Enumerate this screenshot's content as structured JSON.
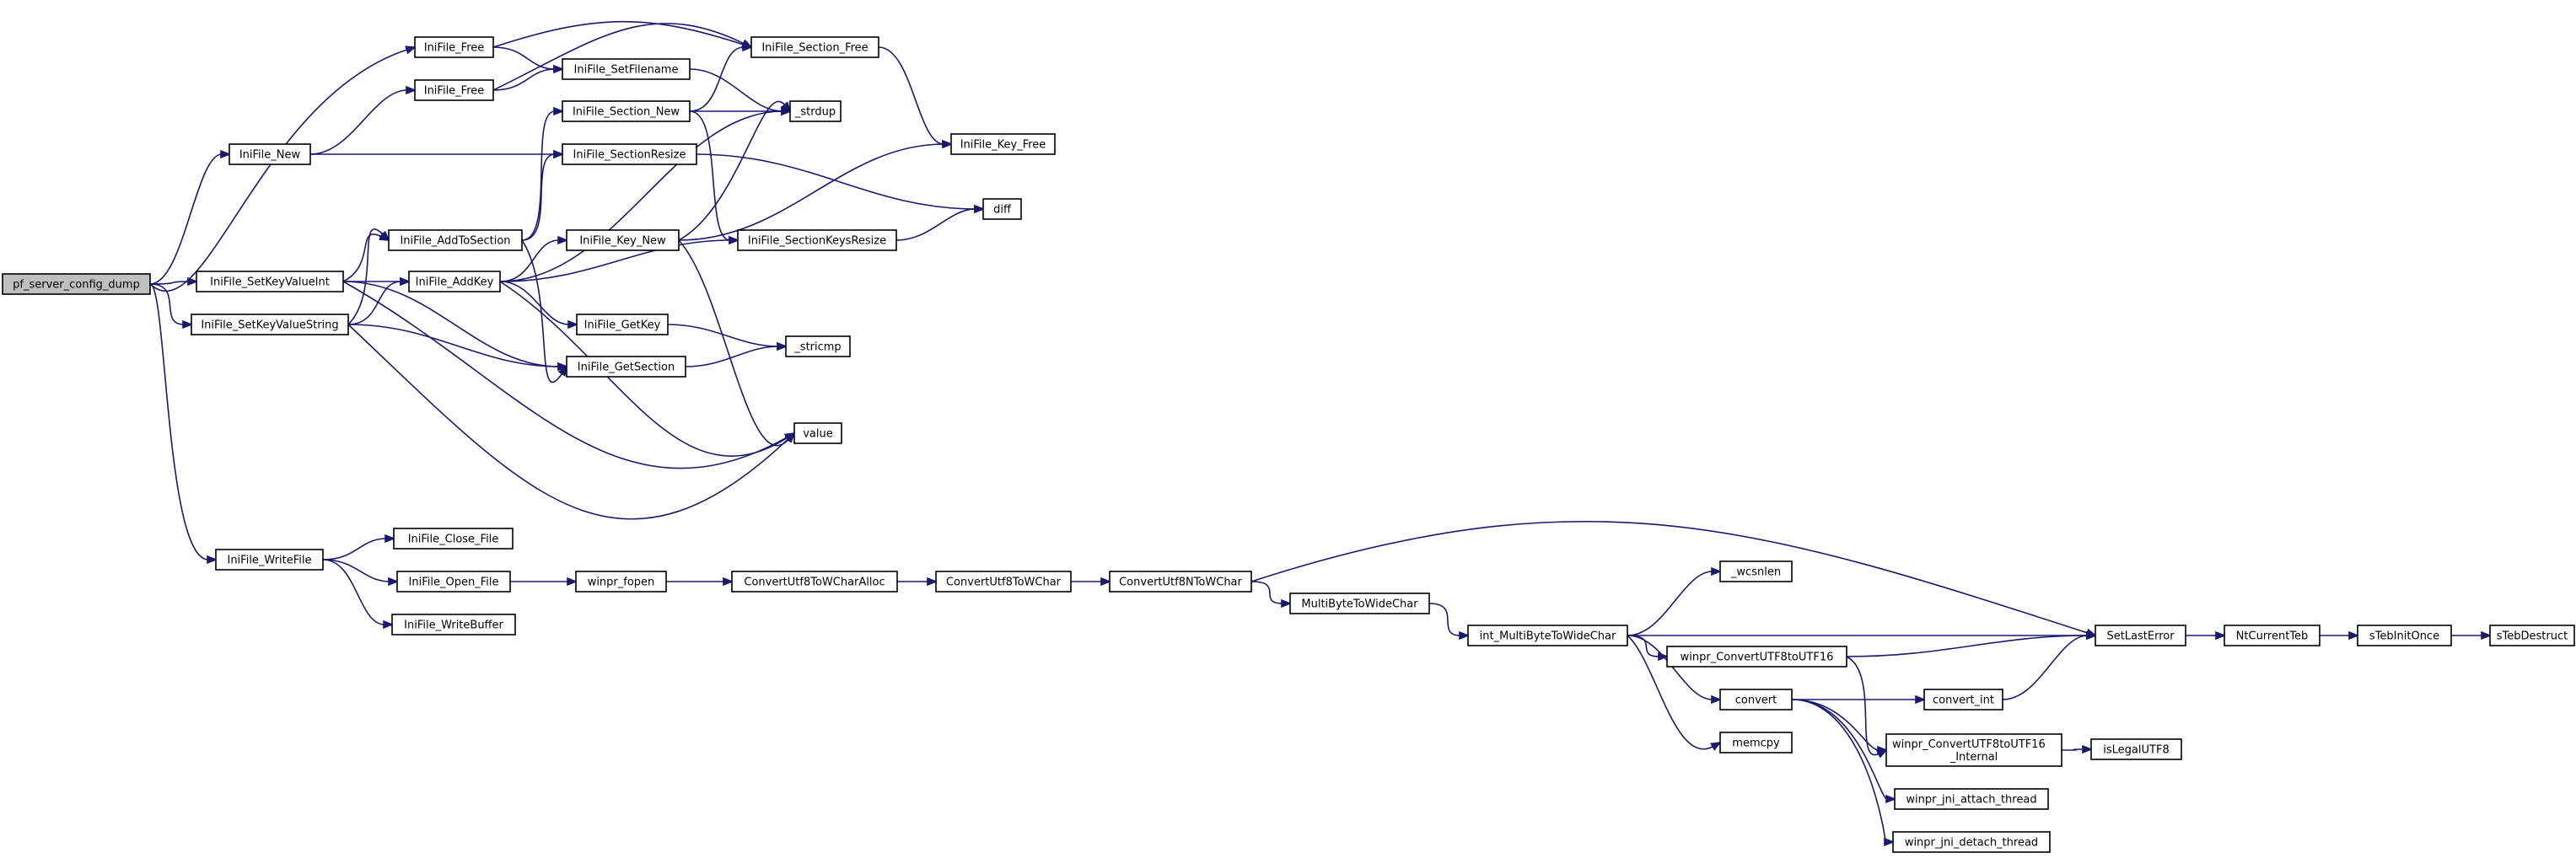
{
  "nodes": [
    {
      "id": "pf_server_config_dump",
      "label": "pf_server_config_dump",
      "root": true
    },
    {
      "id": "IniFile_Free_1",
      "label": "IniFile_Free"
    },
    {
      "id": "IniFile_Free_2",
      "label": "IniFile_Free"
    },
    {
      "id": "IniFile_New",
      "label": "IniFile_New"
    },
    {
      "id": "IniFile_SetKeyValueInt",
      "label": "IniFile_SetKeyValueInt"
    },
    {
      "id": "IniFile_SetKeyValueString",
      "label": "IniFile_SetKeyValueString"
    },
    {
      "id": "IniFile_WriteFile",
      "label": "IniFile_WriteFile"
    },
    {
      "id": "IniFile_SetFilename",
      "label": "IniFile_SetFilename"
    },
    {
      "id": "IniFile_Section_Free",
      "label": "IniFile_Section_Free"
    },
    {
      "id": "IniFile_Section_New",
      "label": "IniFile_Section_New"
    },
    {
      "id": "_strdup",
      "label": "_strdup"
    },
    {
      "id": "IniFile_SectionResize",
      "label": "IniFile_SectionResize"
    },
    {
      "id": "IniFile_Key_Free",
      "label": "IniFile_Key_Free"
    },
    {
      "id": "diff",
      "label": "diff"
    },
    {
      "id": "IniFile_AddToSection",
      "label": "IniFile_AddToSection"
    },
    {
      "id": "IniFile_Key_New",
      "label": "IniFile_Key_New"
    },
    {
      "id": "IniFile_SectionKeysResize",
      "label": "IniFile_SectionKeysResize"
    },
    {
      "id": "IniFile_AddKey",
      "label": "IniFile_AddKey"
    },
    {
      "id": "IniFile_GetKey",
      "label": "IniFile_GetKey"
    },
    {
      "id": "_stricmp",
      "label": "_stricmp"
    },
    {
      "id": "IniFile_GetSection",
      "label": "IniFile_GetSection"
    },
    {
      "id": "value",
      "label": "value"
    },
    {
      "id": "IniFile_Close_File",
      "label": "IniFile_Close_File"
    },
    {
      "id": "IniFile_Open_File",
      "label": "IniFile_Open_File"
    },
    {
      "id": "IniFile_WriteBuffer",
      "label": "IniFile_WriteBuffer"
    },
    {
      "id": "winpr_fopen",
      "label": "winpr_fopen"
    },
    {
      "id": "ConvertUtf8ToWCharAlloc",
      "label": "ConvertUtf8ToWCharAlloc"
    },
    {
      "id": "ConvertUtf8ToWChar",
      "label": "ConvertUtf8ToWChar"
    },
    {
      "id": "ConvertUtf8NToWChar",
      "label": "ConvertUtf8NToWChar"
    },
    {
      "id": "MultiByteToWideChar",
      "label": "MultiByteToWideChar"
    },
    {
      "id": "int_MultiByteToWideChar",
      "label": "int_MultiByteToWideChar"
    },
    {
      "id": "_wcsnlen",
      "label": "_wcsnlen"
    },
    {
      "id": "winpr_ConvertUTF8toUTF16",
      "label": "winpr_ConvertUTF8toUTF16"
    },
    {
      "id": "convert",
      "label": "convert"
    },
    {
      "id": "memcpy",
      "label": "memcpy"
    },
    {
      "id": "SetLastError",
      "label": "SetLastError"
    },
    {
      "id": "NtCurrentTeb",
      "label": "NtCurrentTeb"
    },
    {
      "id": "sTebInitOnce",
      "label": "sTebInitOnce"
    },
    {
      "id": "sTebDestruct",
      "label": "sTebDestruct"
    },
    {
      "id": "convert_int",
      "label": "convert_int"
    },
    {
      "id": "winpr_ConvertUTF8toUTF16_Internal",
      "label": "winpr_ConvertUTF8toUTF16\n_Internal"
    },
    {
      "id": "isLegalUTF8",
      "label": "isLegalUTF8"
    },
    {
      "id": "winpr_jni_attach_thread",
      "label": "winpr_jni_attach_thread"
    },
    {
      "id": "winpr_jni_detach_thread",
      "label": "winpr_jni_detach_thread"
    }
  ],
  "edges": [
    [
      "pf_server_config_dump",
      "IniFile_Free_1"
    ],
    [
      "pf_server_config_dump",
      "IniFile_New"
    ],
    [
      "pf_server_config_dump",
      "IniFile_SetKeyValueInt"
    ],
    [
      "pf_server_config_dump",
      "IniFile_SetKeyValueString"
    ],
    [
      "pf_server_config_dump",
      "IniFile_WriteFile"
    ],
    [
      "IniFile_Free_1",
      "IniFile_SetFilename"
    ],
    [
      "IniFile_Free_1",
      "IniFile_Section_Free"
    ],
    [
      "IniFile_Free_2",
      "IniFile_SetFilename"
    ],
    [
      "IniFile_Free_2",
      "IniFile_Section_Free"
    ],
    [
      "IniFile_New",
      "IniFile_Free_2"
    ],
    [
      "IniFile_New",
      "IniFile_SectionResize"
    ],
    [
      "IniFile_SetFilename",
      "_strdup"
    ],
    [
      "IniFile_Section_Free",
      "IniFile_Key_Free"
    ],
    [
      "IniFile_Section_New",
      "IniFile_Section_Free"
    ],
    [
      "IniFile_Section_New",
      "_strdup"
    ],
    [
      "IniFile_Section_New",
      "IniFile_SectionKeysResize"
    ],
    [
      "IniFile_SectionResize",
      "diff"
    ],
    [
      "IniFile_SectionKeysResize",
      "diff"
    ],
    [
      "IniFile_AddToSection",
      "IniFile_Section_New"
    ],
    [
      "IniFile_AddToSection",
      "IniFile_SectionResize"
    ],
    [
      "IniFile_AddToSection",
      "IniFile_GetSection"
    ],
    [
      "IniFile_Key_New",
      "_strdup"
    ],
    [
      "IniFile_Key_New",
      "IniFile_Key_Free"
    ],
    [
      "IniFile_Key_New",
      "value"
    ],
    [
      "IniFile_AddKey",
      "IniFile_Key_New"
    ],
    [
      "IniFile_AddKey",
      "_strdup"
    ],
    [
      "IniFile_AddKey",
      "IniFile_SectionKeysResize"
    ],
    [
      "IniFile_AddKey",
      "IniFile_GetKey"
    ],
    [
      "IniFile_AddKey",
      "value"
    ],
    [
      "IniFile_GetKey",
      "_stricmp"
    ],
    [
      "IniFile_GetSection",
      "_stricmp"
    ],
    [
      "IniFile_SetKeyValueInt",
      "IniFile_AddToSection"
    ],
    [
      "IniFile_SetKeyValueInt",
      "IniFile_AddKey"
    ],
    [
      "IniFile_SetKeyValueInt",
      "IniFile_GetSection"
    ],
    [
      "IniFile_SetKeyValueInt",
      "value"
    ],
    [
      "IniFile_SetKeyValueString",
      "IniFile_AddToSection"
    ],
    [
      "IniFile_SetKeyValueString",
      "IniFile_AddKey"
    ],
    [
      "IniFile_SetKeyValueString",
      "IniFile_GetSection"
    ],
    [
      "IniFile_SetKeyValueString",
      "value"
    ],
    [
      "IniFile_WriteFile",
      "IniFile_Close_File"
    ],
    [
      "IniFile_WriteFile",
      "IniFile_Open_File"
    ],
    [
      "IniFile_WriteFile",
      "IniFile_WriteBuffer"
    ],
    [
      "IniFile_Open_File",
      "winpr_fopen"
    ],
    [
      "winpr_fopen",
      "ConvertUtf8ToWCharAlloc"
    ],
    [
      "ConvertUtf8ToWCharAlloc",
      "ConvertUtf8ToWChar"
    ],
    [
      "ConvertUtf8ToWChar",
      "ConvertUtf8NToWChar"
    ],
    [
      "ConvertUtf8NToWChar",
      "MultiByteToWideChar"
    ],
    [
      "ConvertUtf8NToWChar",
      "SetLastError"
    ],
    [
      "MultiByteToWideChar",
      "int_MultiByteToWideChar"
    ],
    [
      "int_MultiByteToWideChar",
      "_wcsnlen"
    ],
    [
      "int_MultiByteToWideChar",
      "SetLastError"
    ],
    [
      "int_MultiByteToWideChar",
      "winpr_ConvertUTF8toUTF16"
    ],
    [
      "int_MultiByteToWideChar",
      "convert"
    ],
    [
      "int_MultiByteToWideChar",
      "memcpy"
    ],
    [
      "winpr_ConvertUTF8toUTF16",
      "SetLastError"
    ],
    [
      "winpr_ConvertUTF8toUTF16",
      "winpr_ConvertUTF8toUTF16_Internal"
    ],
    [
      "convert",
      "convert_int"
    ],
    [
      "convert",
      "winpr_ConvertUTF8toUTF16_Internal"
    ],
    [
      "convert",
      "winpr_jni_attach_thread"
    ],
    [
      "convert",
      "winpr_jni_detach_thread"
    ],
    [
      "convert_int",
      "SetLastError"
    ],
    [
      "winpr_ConvertUTF8toUTF16_Internal",
      "isLegalUTF8"
    ],
    [
      "SetLastError",
      "NtCurrentTeb"
    ],
    [
      "NtCurrentTeb",
      "sTebInitOnce"
    ],
    [
      "sTebInitOnce",
      "sTebDestruct"
    ]
  ]
}
